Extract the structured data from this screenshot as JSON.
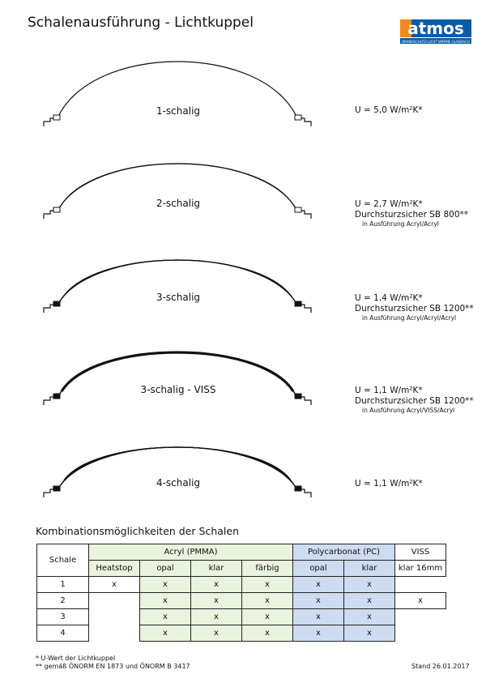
{
  "page": {
    "title": "Schalenausführung - Lichtkuppel",
    "logo_text": "atmos",
    "logo_tagline": "BRANDSCHUTZ·LICHT·WÄRME·GLASDACH"
  },
  "variants": [
    {
      "label": "1-schalig",
      "shells": 1,
      "u_value": "U = 5,0 W/m²K*",
      "safety": "",
      "note": ""
    },
    {
      "label": "2-schalig",
      "shells": 2,
      "u_value": "U = 2,7 W/m²K*",
      "safety": "Durchsturzsicher SB 800**",
      "note": "in Ausführung Acryl/Acryl"
    },
    {
      "label": "3-schalig",
      "shells": 3,
      "u_value": "U = 1,4 W/m²K*",
      "safety": "Durchsturzsicher SB 1200**",
      "note": "in Ausführung Acryl/Acryl/Acryl"
    },
    {
      "label": "3-schalig - VISS",
      "shells": 3,
      "u_value": "U = 1,1 W/m²K*",
      "safety": "Durchsturzsicher SB 1200**",
      "note": "in Ausführung Acryl/VISS/Acryl"
    },
    {
      "label": "4-schalig",
      "shells": 4,
      "u_value": "U = 1,1 W/m²K*",
      "safety": "",
      "note": ""
    }
  ],
  "combinations": {
    "title": "Kombinationsmöglichkeiten der Schalen",
    "row_header": "Schale",
    "groups": [
      {
        "label": "Acryl (PMMA)",
        "color": "#e9f3dd"
      },
      {
        "label": "Polycarbonat (PC)",
        "color": "#cddcf0"
      },
      {
        "label": "VISS",
        "color": "#ffffff"
      }
    ],
    "columns": [
      "Heatstop",
      "opal",
      "klar",
      "färbig",
      "opal",
      "klar",
      "klar 16mm"
    ],
    "rows": [
      {
        "label": "1",
        "cells": [
          "x",
          "x",
          "x",
          "x",
          "x",
          "x",
          ""
        ]
      },
      {
        "label": "2",
        "cells": [
          "",
          "x",
          "x",
          "x",
          "x",
          "x",
          "x"
        ]
      },
      {
        "label": "3",
        "cells": [
          "",
          "x",
          "x",
          "x",
          "x",
          "x",
          ""
        ]
      },
      {
        "label": "4",
        "cells": [
          "",
          "x",
          "x",
          "x",
          "x",
          "x",
          ""
        ]
      }
    ]
  },
  "footnotes": {
    "note1": "*  U-Wert der Lichtkuppel",
    "note2": "** gemäß ÖNORM EN 1873 und ÖNORM B 3417",
    "date": "Stand 26.01.2017"
  },
  "colors": {
    "acryl_bg": "#e9f3dd",
    "pc_bg": "#cddcf0",
    "logo_blue": "#0a5aa6",
    "logo_orange": "#f08a1c"
  }
}
